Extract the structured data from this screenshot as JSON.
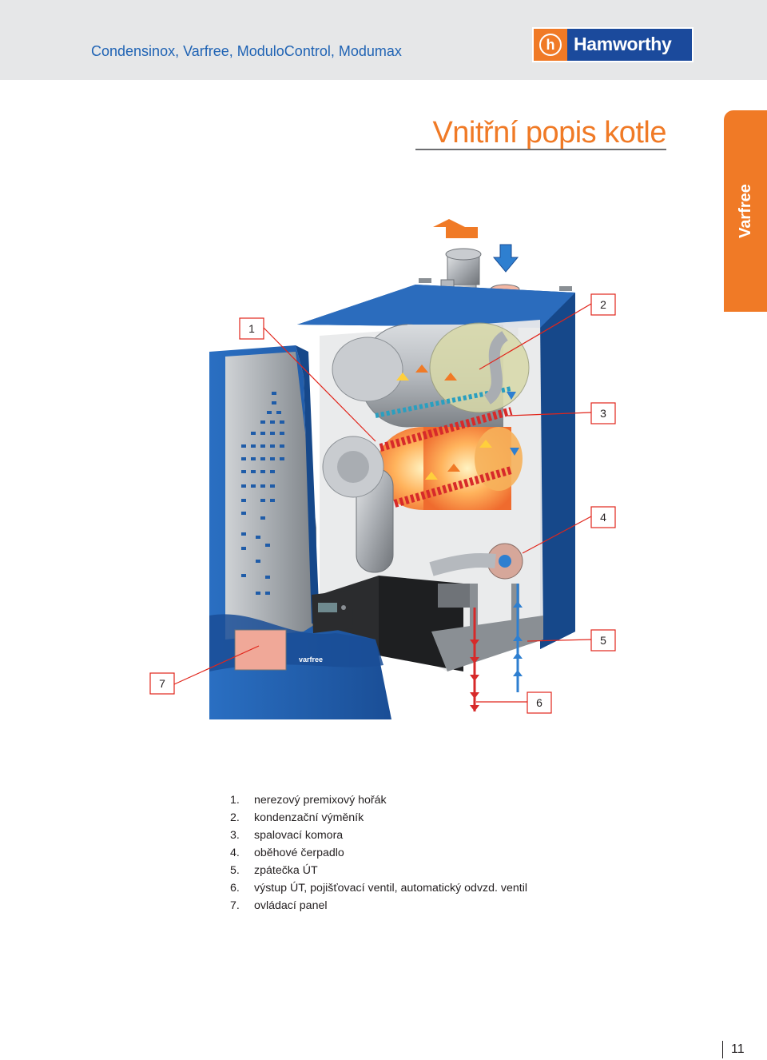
{
  "header": {
    "title": "Condensinox, Varfree, ModuloControl, Modumax",
    "logo_text": "Hamworthy",
    "logo_mark": "h"
  },
  "heading": "Vnitřní popis kotle",
  "side_tab": "Varfree",
  "diagram": {
    "callouts": [
      "1",
      "2",
      "3",
      "4",
      "5",
      "6",
      "7"
    ],
    "panel_brand": "varfree",
    "colors": {
      "cabinet_blue": "#1f5ca8",
      "accent_orange": "#f07a26",
      "callout_red": "#e1251b",
      "hot_red": "#d72a2a",
      "cold_blue": "#2e7fd0"
    }
  },
  "legend": [
    {
      "num": "1.",
      "text": "nerezový premixový hořák"
    },
    {
      "num": "2.",
      "text": "kondenzační výměník"
    },
    {
      "num": "3.",
      "text": "spalovací komora"
    },
    {
      "num": "4.",
      "text": "oběhové čerpadlo"
    },
    {
      "num": "5.",
      "text": "zpátečka ÚT"
    },
    {
      "num": "6.",
      "text": "výstup ÚT, pojišťovací ventil, automatický odvzd. ventil"
    },
    {
      "num": "7.",
      "text": "ovládací panel"
    }
  ],
  "page_number": "11"
}
